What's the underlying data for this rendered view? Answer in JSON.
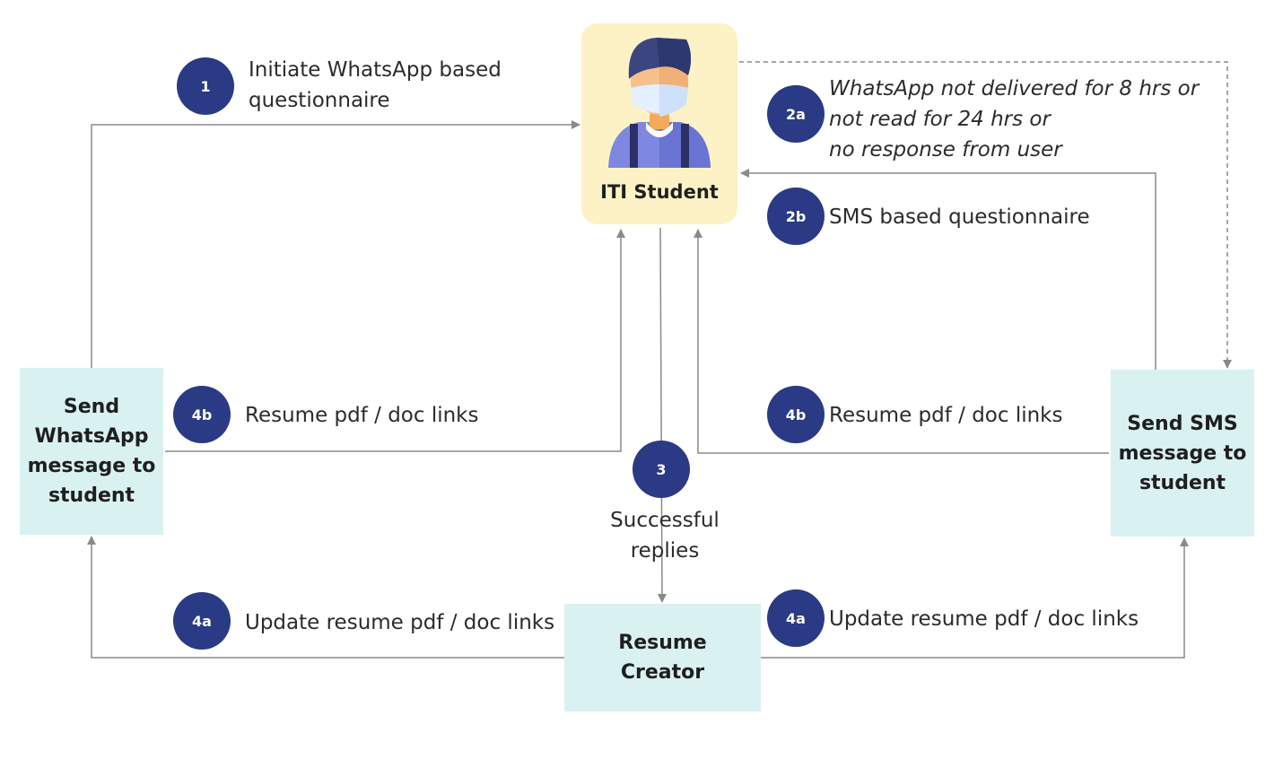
{
  "nodes": {
    "student": {
      "title": "ITI Student"
    },
    "whatsapp_box": {
      "lines": [
        "Send",
        "WhatsApp",
        "message to",
        "student"
      ]
    },
    "sms_box": {
      "lines": [
        "Send SMS",
        "message to",
        "student"
      ]
    },
    "resume_creator": {
      "lines": [
        "Resume",
        "Creator"
      ]
    }
  },
  "steps": {
    "s1": {
      "badge": "1",
      "lines": [
        "Initiate WhatsApp based",
        "questionnaire"
      ]
    },
    "s2a": {
      "badge": "2a",
      "lines": [
        "WhatsApp not delivered for 8 hrs or",
        "not read for 24 hrs or",
        "no response from user"
      ]
    },
    "s2b": {
      "badge": "2b",
      "text": "SMS based questionnaire"
    },
    "s3": {
      "badge": "3",
      "lines": [
        "Successful",
        "replies"
      ]
    },
    "s4b_left": {
      "badge": "4b",
      "text": "Resume pdf / doc links"
    },
    "s4b_right": {
      "badge": "4b",
      "text": "Resume pdf / doc links"
    },
    "s4a_left": {
      "badge": "4a",
      "text": "Update resume pdf / doc links"
    },
    "s4a_right": {
      "badge": "4a",
      "text": "Update resume pdf / doc links"
    }
  },
  "colors": {
    "badge": "#2a3a84",
    "student_bg": "#fdf2c6",
    "box_bg": "#d9f1f1",
    "arrow": "#8a8a8a"
  }
}
